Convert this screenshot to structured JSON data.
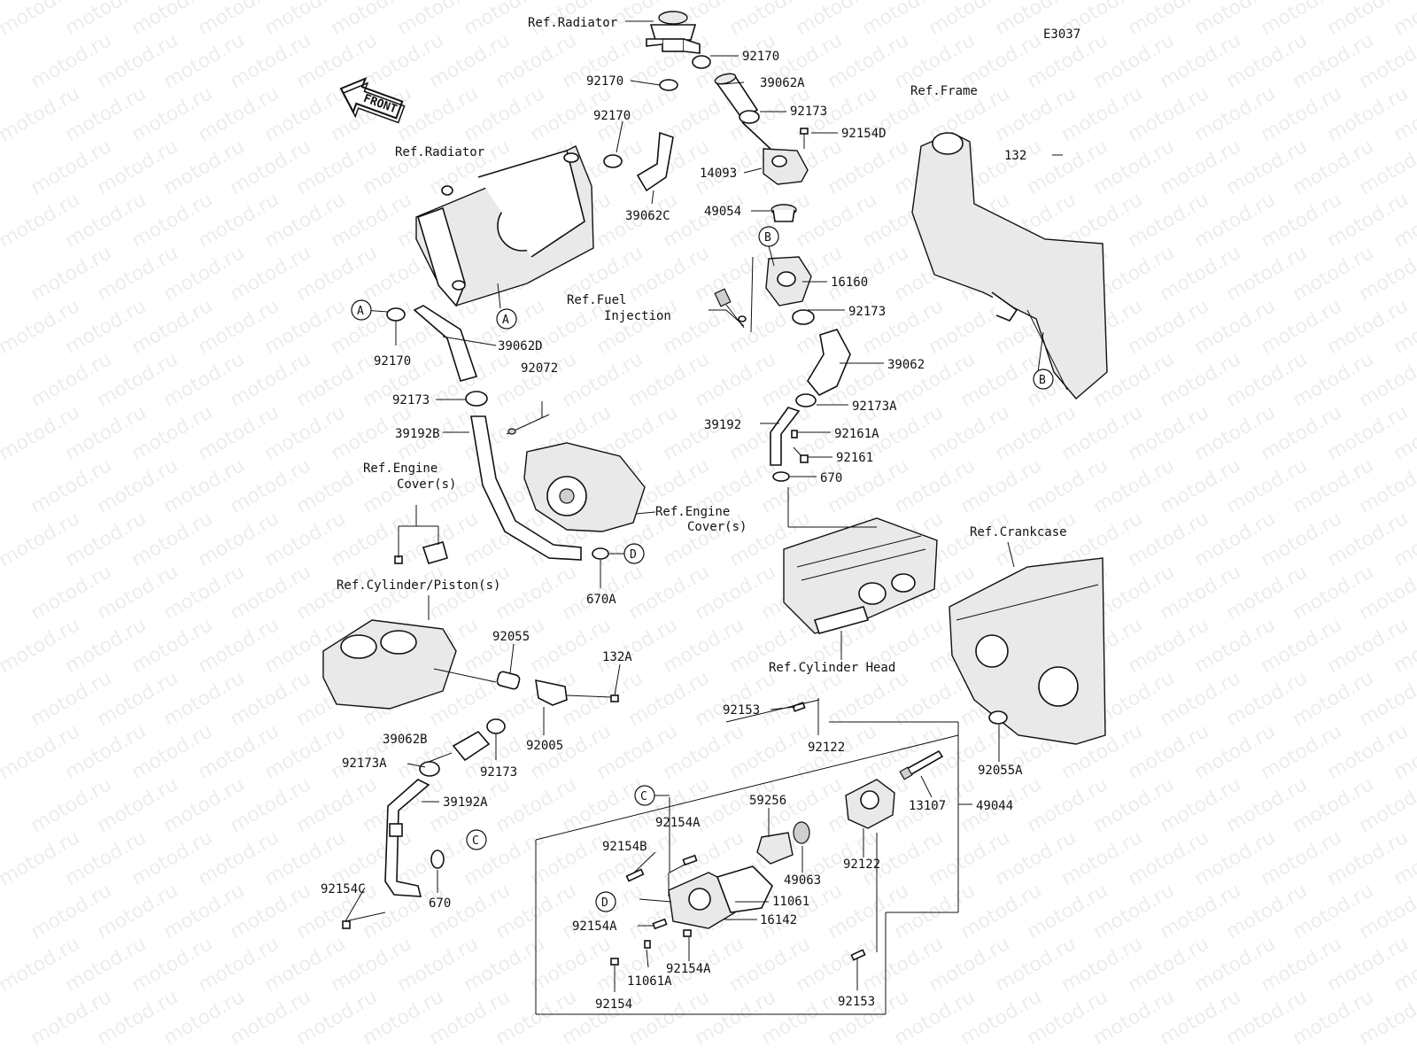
{
  "diagram_code": "E3037",
  "watermark": "motod.ru",
  "front_label": "FRONT",
  "refs": {
    "radiator_top": "Ref.Radiator",
    "radiator": "Ref.Radiator",
    "frame": "Ref.Frame",
    "fuel_injection_1": "Ref.Fuel",
    "fuel_injection_2": "Injection",
    "engine_cover_left_1": "Ref.Engine",
    "engine_cover_left_2": "Cover(s)",
    "engine_cover_right_1": "Ref.Engine",
    "engine_cover_right_2": "Cover(s)",
    "cylinder_piston": "Ref.Cylinder/Piston(s)",
    "crankcase": "Ref.Crankcase",
    "cylinder_head": "Ref.Cylinder Head"
  },
  "callouts": {
    "a1": "A",
    "a2": "A",
    "b1": "B",
    "b2": "B",
    "c1": "C",
    "c2": "C",
    "d1": "D",
    "d2": "D"
  },
  "parts": {
    "p92170_a": "92170",
    "p39062A": "39062A",
    "p92170_b": "92170",
    "p92170_c": "92170",
    "p92173_a": "92173",
    "p92154D": "92154D",
    "p132": "132",
    "p14093": "14093",
    "p39062C": "39062C",
    "p49054": "49054",
    "p16160": "16160",
    "p92173_b": "92173",
    "p39062D": "39062D",
    "p92170_d": "92170",
    "p92072": "92072",
    "p39062": "39062",
    "p92173_c": "92173",
    "p92173A_a": "92173A",
    "p39192B": "39192B",
    "p39192": "39192",
    "p92161A": "92161A",
    "p92161": "92161",
    "p670_a": "670",
    "p670A": "670A",
    "p92055": "92055",
    "p132A": "132A",
    "p92153_a": "92153",
    "p92122_a": "92122",
    "p92055A": "92055A",
    "p39062B": "39062B",
    "p92005": "92005",
    "p92173A_b": "92173A",
    "p92173_d": "92173",
    "p39192A": "39192A",
    "p59256": "59256",
    "p13107": "13107",
    "p49044": "49044",
    "p92154A_a": "92154A",
    "p92154B": "92154B",
    "p49063": "49063",
    "p92122_b": "92122",
    "p11061": "11061",
    "p92154C": "92154C",
    "p670_b": "670",
    "p92154A_b": "92154A",
    "p16142": "16142",
    "p92154A_c": "92154A",
    "p11061A": "11061A",
    "p92154": "92154",
    "p92153_b": "92153"
  }
}
